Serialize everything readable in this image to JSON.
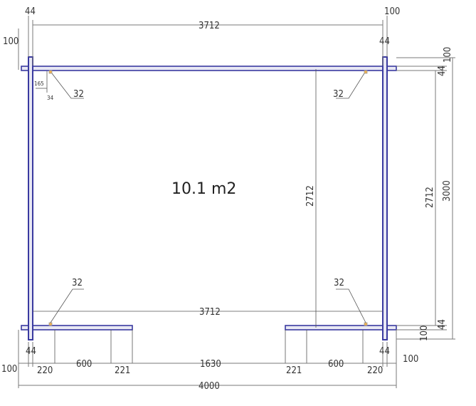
{
  "area_label": "10.1 m2",
  "dims": {
    "top_left_44": "44",
    "top_right_100": "100",
    "top_left_100": "100",
    "top_span": "3712",
    "top_right_44": "44",
    "right_100_top": "100",
    "right_44_top": "44",
    "right_2712": "2712",
    "right_3000": "3000",
    "right_44_bottom": "44",
    "right_100_bottom": "100",
    "inner_vertical": "2712",
    "inner_bottom_span": "3712",
    "bottom_left_44": "44",
    "bottom_right_44": "44",
    "bottom_right_100": "100",
    "bottom_left_100": "100",
    "seg_220_left": "220",
    "seg_600_left": "600",
    "seg_221_left": "221",
    "seg_1630": "1630",
    "seg_221_right": "221",
    "seg_600_right": "600",
    "seg_220_right": "220",
    "total_4000": "4000",
    "detail_165": "165",
    "detail_34": "34",
    "post_tl": "32",
    "post_tr": "32",
    "post_bl": "32",
    "post_br": "32"
  }
}
